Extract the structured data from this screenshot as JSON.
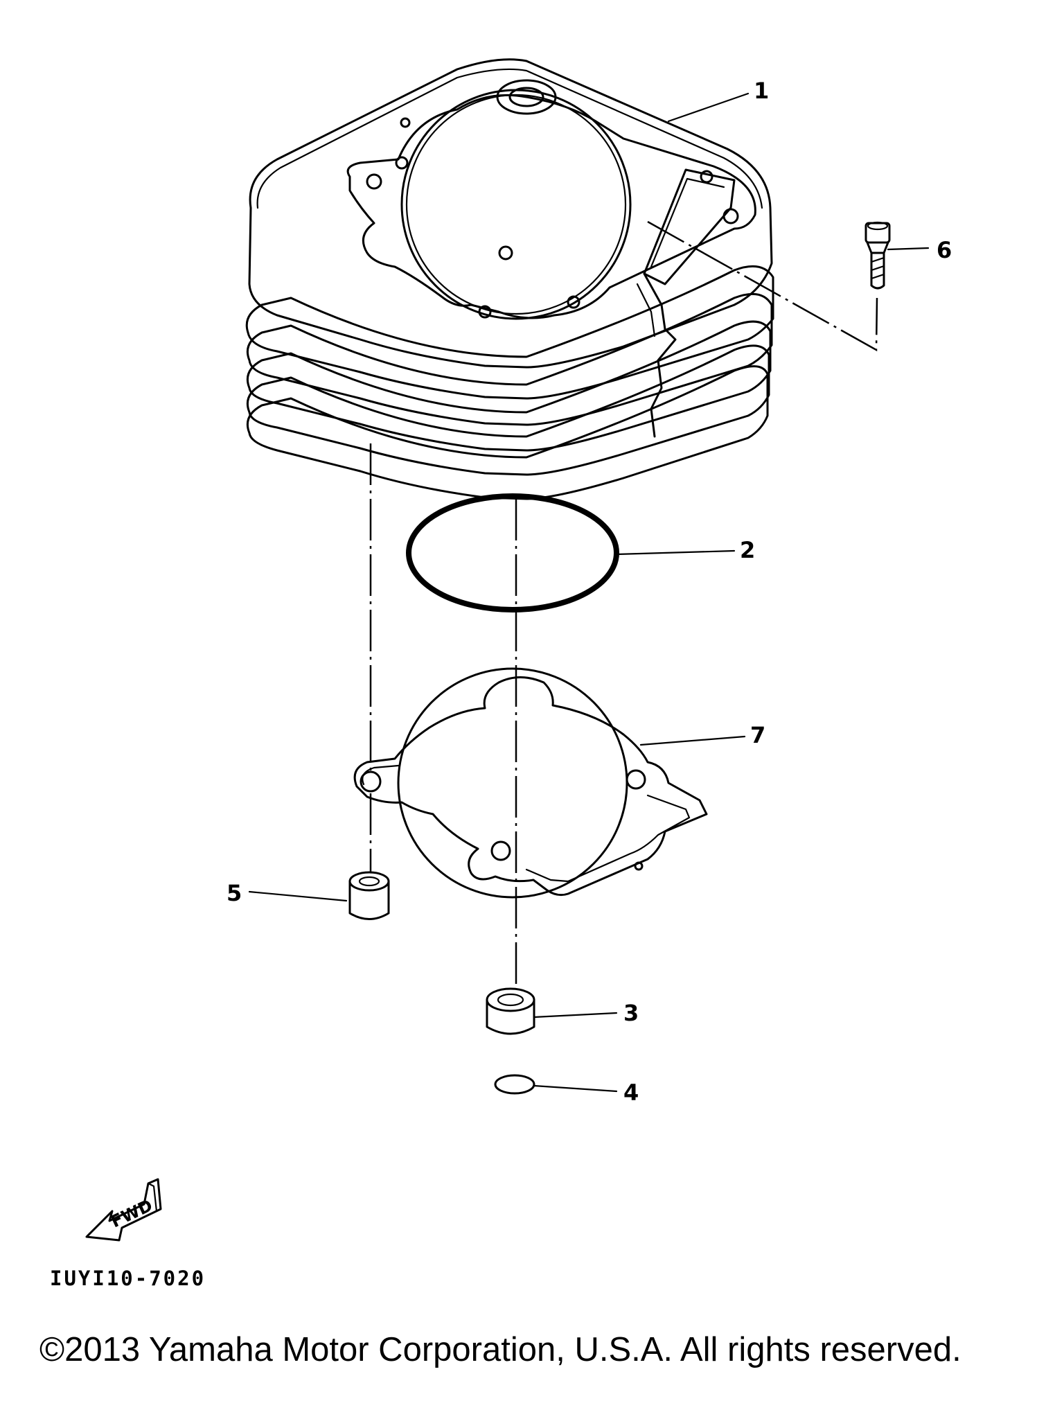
{
  "diagram": {
    "callouts": [
      {
        "id": "1",
        "label": "1"
      },
      {
        "id": "2",
        "label": "2"
      },
      {
        "id": "3",
        "label": "3"
      },
      {
        "id": "4",
        "label": "4"
      },
      {
        "id": "5",
        "label": "5"
      },
      {
        "id": "6",
        "label": "6"
      },
      {
        "id": "7",
        "label": "7"
      }
    ],
    "fwd_label": "FWD",
    "diagram_code": "IUYI10-7020"
  },
  "footer": {
    "copyright": "©2013 Yamaha Motor Corporation, U.S.A. All rights reserved."
  }
}
